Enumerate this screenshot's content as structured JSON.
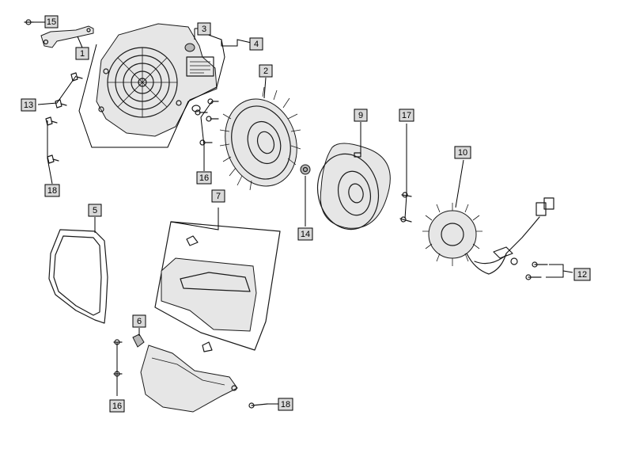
{
  "callouts": {
    "c1": "1",
    "c2": "2",
    "c3": "3",
    "c4": "4",
    "c5": "5",
    "c6": "6",
    "c7": "7",
    "c9": "9",
    "c10": "10",
    "c12": "12",
    "c13": "13",
    "c14": "14",
    "c15": "15",
    "c16a": "16",
    "c16b": "16",
    "c17": "17",
    "c18a": "18",
    "c18b": "18"
  },
  "colors": {
    "callout_fill": "#d9d9d9",
    "line": "#000000"
  }
}
